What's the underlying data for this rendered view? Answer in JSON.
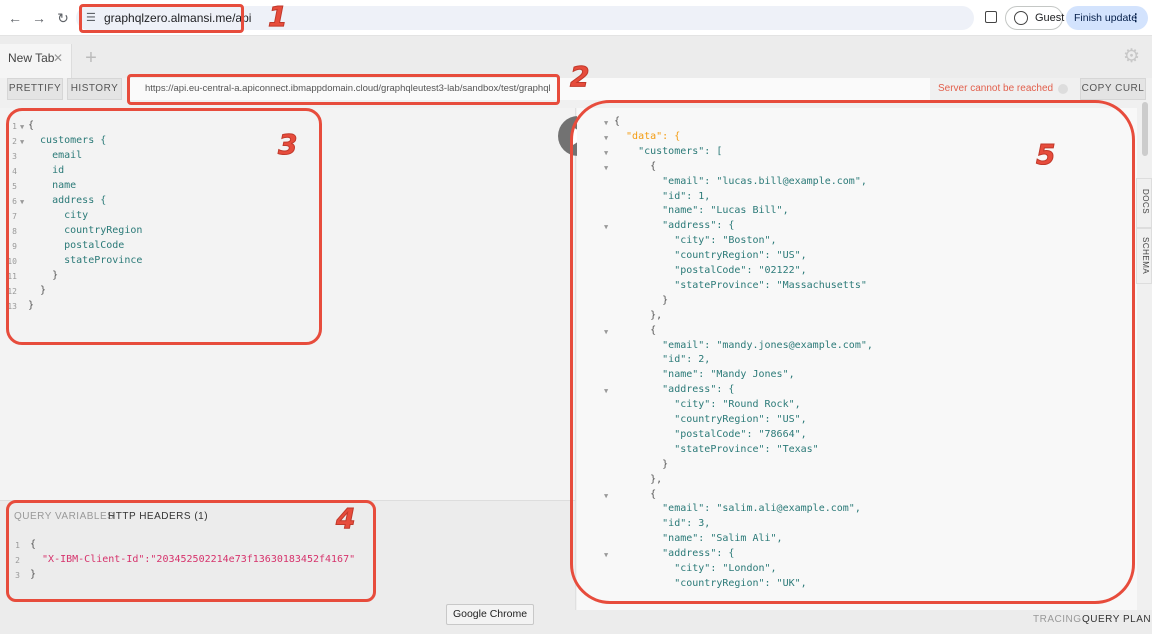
{
  "browser": {
    "url": "graphqlzero.almansi.me/api",
    "guest_label": "Guest",
    "finish_update_label": "Finish update",
    "tooltip": "Google Chrome"
  },
  "tabs": {
    "active_tab": "New Tab"
  },
  "toolbar": {
    "prettify": "PRETTIFY",
    "history": "HISTORY",
    "endpoint": "https://api.eu-central-a.apiconnect.ibmappdomain.cloud/graphqleutest3-lab/sandbox/test/graphql",
    "server_status": "Server cannot be reached",
    "copy_curl": "COPY CURL"
  },
  "query_lines": [
    "{",
    "  customers {",
    "    email",
    "    id",
    "    name",
    "    address {",
    "      city",
    "      countryRegion",
    "      postalCode",
    "      stateProvince",
    "    }",
    "  }",
    "}"
  ],
  "variables": {
    "tab_query_variables": "QUERY VARIABLES",
    "tab_http_headers": "HTTP HEADERS (1)",
    "lines": [
      "{",
      "  \"X-IBM-Client-Id\":\"203452502214e73f13630183452f4167\"",
      "}"
    ]
  },
  "result_lines": [
    "{",
    "  \"data\": {",
    "    \"customers\": [",
    "      {",
    "        \"email\": \"lucas.bill@example.com\",",
    "        \"id\": 1,",
    "        \"name\": \"Lucas Bill\",",
    "        \"address\": {",
    "          \"city\": \"Boston\",",
    "          \"countryRegion\": \"US\",",
    "          \"postalCode\": \"02122\",",
    "          \"stateProvince\": \"Massachusetts\"",
    "        }",
    "      },",
    "      {",
    "        \"email\": \"mandy.jones@example.com\",",
    "        \"id\": 2,",
    "        \"name\": \"Mandy Jones\",",
    "        \"address\": {",
    "          \"city\": \"Round Rock\",",
    "          \"countryRegion\": \"US\",",
    "          \"postalCode\": \"78664\",",
    "          \"stateProvince\": \"Texas\"",
    "        }",
    "      },",
    "      {",
    "        \"email\": \"salim.ali@example.com\",",
    "        \"id\": 3,",
    "        \"name\": \"Salim Ali\",",
    "        \"address\": {",
    "          \"city\": \"London\",",
    "          \"countryRegion\": \"UK\","
  ],
  "side_tabs": {
    "docs": "DOCS",
    "schema": "SCHEMA"
  },
  "footer": {
    "tracing": "TRACING",
    "query_plan": "QUERY PLAN"
  },
  "annotations": [
    "1",
    "2",
    "3",
    "4",
    "5"
  ]
}
